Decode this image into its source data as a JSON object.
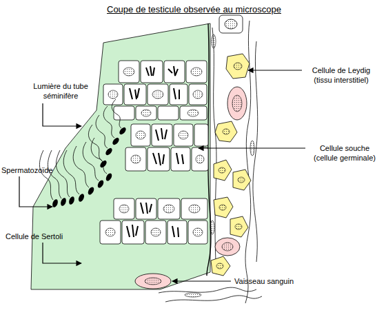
{
  "diagram": {
    "title": "Coupe de testicule observée au microscope",
    "labels": [
      "Lumière du tube séminifère",
      "Spermatozoïde",
      "Cellule de Sertoli",
      "Cellule de Leydig (tissu interstitiel)",
      "Cellule souche (cellule germinale)",
      "Vaisseau sanguin"
    ]
  }
}
